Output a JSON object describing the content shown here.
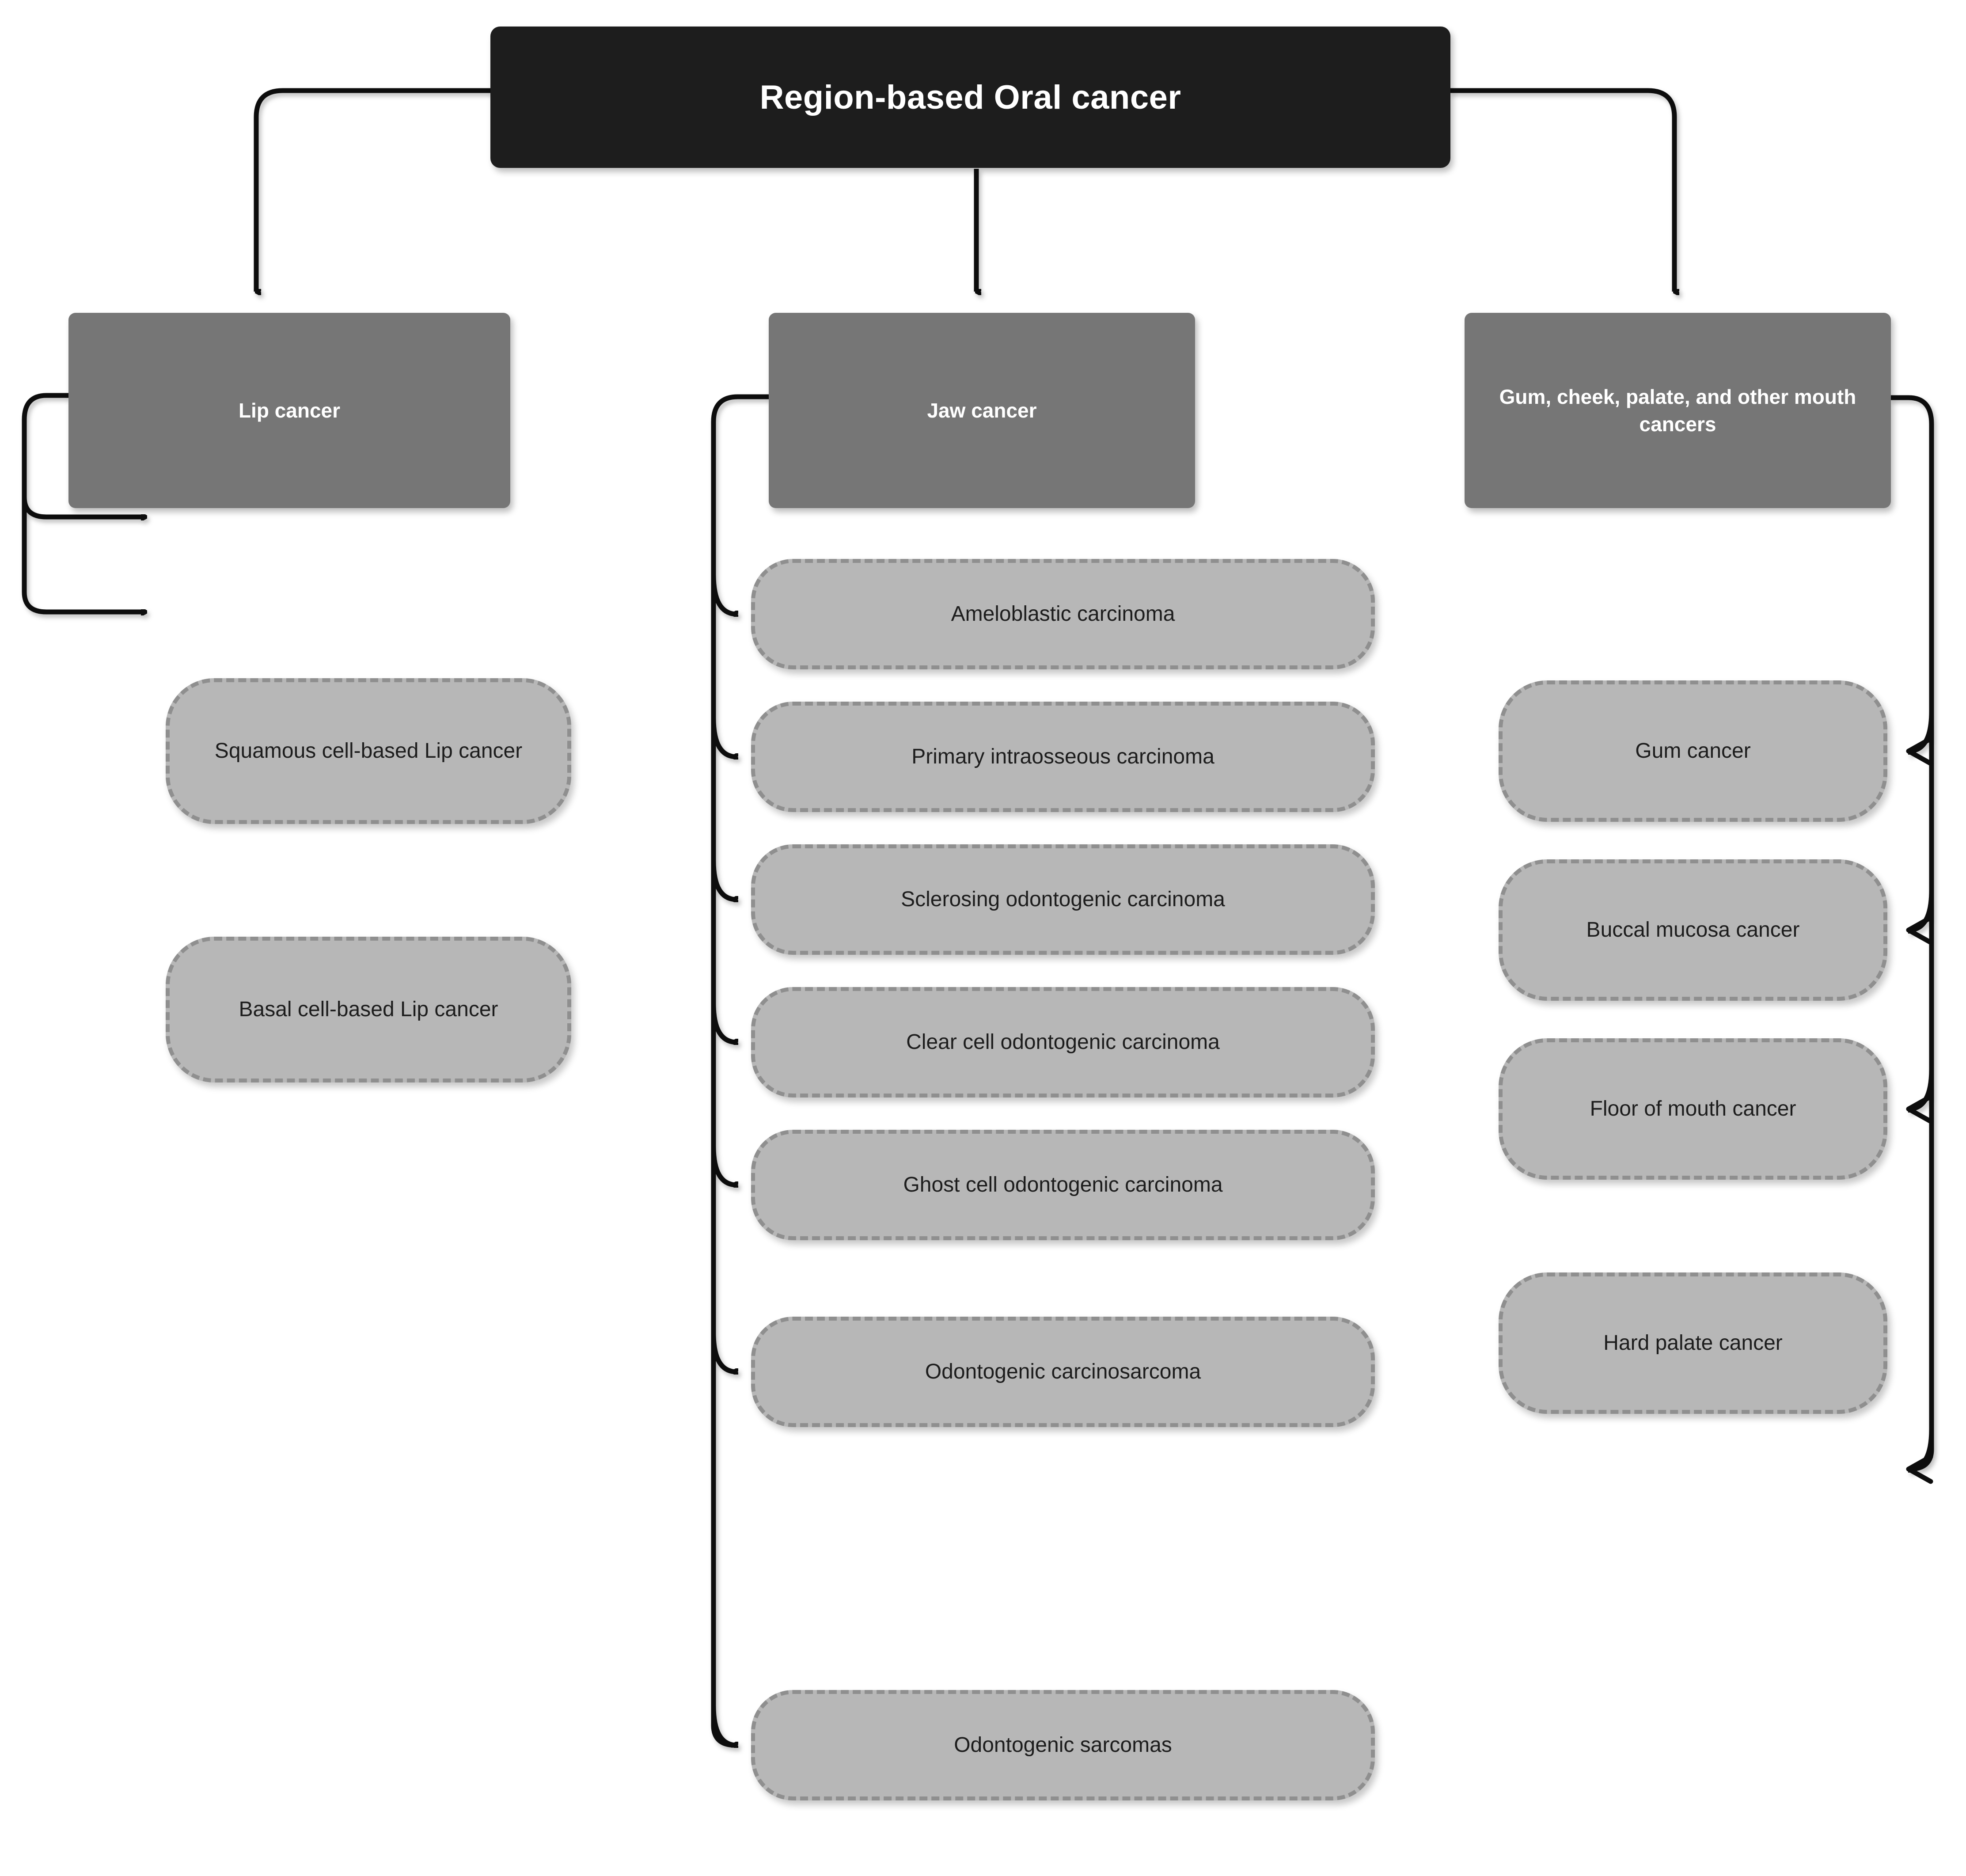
{
  "diagram": {
    "title": "Region-based Oral cancer",
    "root": {
      "label": "Region-based Oral cancer"
    },
    "categories": [
      {
        "id": "lip",
        "label": "Lip cancer",
        "children": [
          {
            "label": "Squamous cell-based Lip cancer"
          },
          {
            "label": "Basal cell-based Lip cancer"
          }
        ]
      },
      {
        "id": "jaw",
        "label": "Jaw cancer",
        "children": [
          {
            "label": "Ameloblastic carcinoma"
          },
          {
            "label": "Primary intraosseous carcinoma"
          },
          {
            "label": "Sclerosing odontogenic carcinoma"
          },
          {
            "label": "Clear cell odontogenic carcinoma"
          },
          {
            "label": "Ghost cell odontogenic carcinoma"
          },
          {
            "label": "Odontogenic carcinosarcoma"
          },
          {
            "label": "Odontogenic sarcomas"
          }
        ]
      },
      {
        "id": "other",
        "label": "Gum, cheek, palate, and other mouth cancers",
        "children": [
          {
            "label": "Gum cancer"
          },
          {
            "label": "Buccal mucosa cancer"
          },
          {
            "label": "Floor of mouth cancer"
          },
          {
            "label": "Hard palate cancer"
          }
        ]
      }
    ],
    "colors": {
      "root_fill": "#1d1d1d",
      "root_text": "#ffffff",
      "category_fill": "#767676",
      "category_text": "#ffffff",
      "leaf_fill": "#b7b7b7",
      "leaf_border": "#8f8f8f",
      "leaf_text": "#1d1d1d",
      "edge": "#0d0d0d",
      "background": "#ffffff"
    }
  }
}
